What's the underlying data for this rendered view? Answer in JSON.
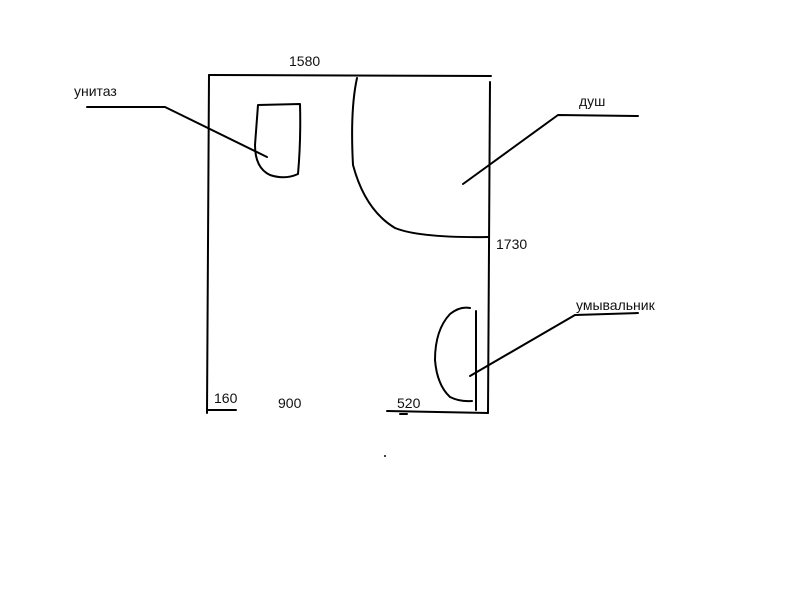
{
  "dimensions": {
    "top_width": "1580",
    "right_height": "1730",
    "bottom_left": "160",
    "bottom_middle": "900",
    "bottom_right": "520"
  },
  "fixtures": {
    "toilet": "унитаз",
    "shower": "душ",
    "sink": "умывальник"
  },
  "colors": {
    "stroke": "#000000",
    "background": "#ffffff"
  }
}
